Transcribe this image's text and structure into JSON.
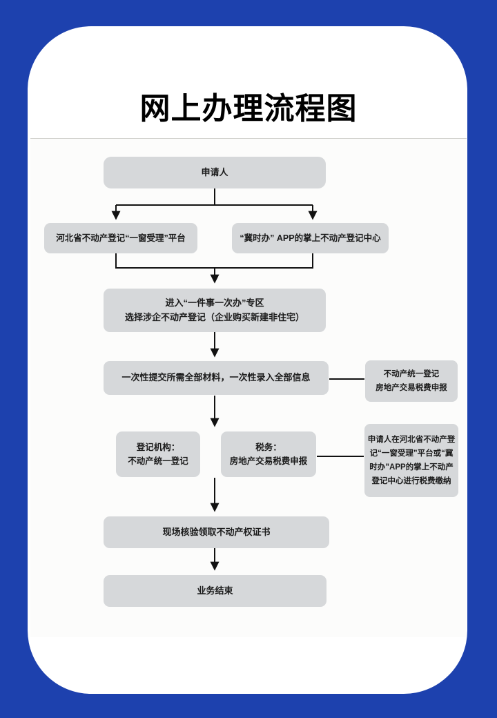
{
  "page": {
    "title": "网上办理流程图"
  },
  "colors": {
    "page_background": "#1d41ae",
    "card_background": "#ffffff",
    "node_background": "#d6d8da",
    "connector_line": "#111111",
    "node_text": "#1b1b1b"
  },
  "flowchart": {
    "nodes": {
      "applicant": {
        "label": "申请人"
      },
      "platform": {
        "label": "河北省不动产登记“一窗受理”平台"
      },
      "app": {
        "label": "“冀时办” APP的掌上不动产登记中心"
      },
      "zone": {
        "lines": [
          "进入“一件事一次办”专区",
          "选择涉企不动产登记（企业购买新建非住宅）"
        ]
      },
      "submit": {
        "label": "一次性提交所需全部材料，一次性录入全部信息"
      },
      "side_register": {
        "lines": [
          "不动产统一登记",
          "房地产交易税费申报"
        ]
      },
      "registry": {
        "lines": [
          "登记机构：",
          "不动产统一登记"
        ]
      },
      "tax": {
        "lines": [
          "税务：",
          "房地产交易税费申报"
        ]
      },
      "side_payment": {
        "lines": [
          "申请人在河北省不动产登",
          "记“一窗受理”平台或“冀",
          "时办”APP的掌上不动产",
          "登记中心进行税费缴纳"
        ]
      },
      "verify": {
        "label": "现场核验领取不动产权证书"
      },
      "end": {
        "label": "业务结束"
      }
    }
  }
}
